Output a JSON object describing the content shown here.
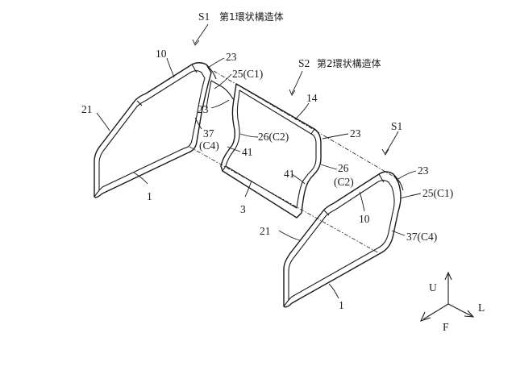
{
  "title_s1": {
    "code": "S1",
    "name": "第1環状構造体"
  },
  "title_s2": {
    "code": "S2",
    "name": "第2環状構造体"
  },
  "labels": {
    "l10a": "10",
    "l23a": "23",
    "l25a": "25(C1)",
    "l21a": "21",
    "l23b": "23",
    "l37a": "37",
    "l37a_sub": "(C4)",
    "l26a": "26(C2)",
    "l41a": "41",
    "l1a": "1",
    "l14": "14",
    "l23c": "23",
    "s1_right": "S1",
    "l41b": "41",
    "l26b": "26",
    "l26b_sub": "(C2)",
    "l3": "3",
    "l23d": "23",
    "l10b": "10",
    "l25b": "25(C1)",
    "l21b": "21",
    "l37b": "37(C4)",
    "l1b": "1"
  },
  "axes": {
    "up": "U",
    "left": "L",
    "front": "F"
  }
}
